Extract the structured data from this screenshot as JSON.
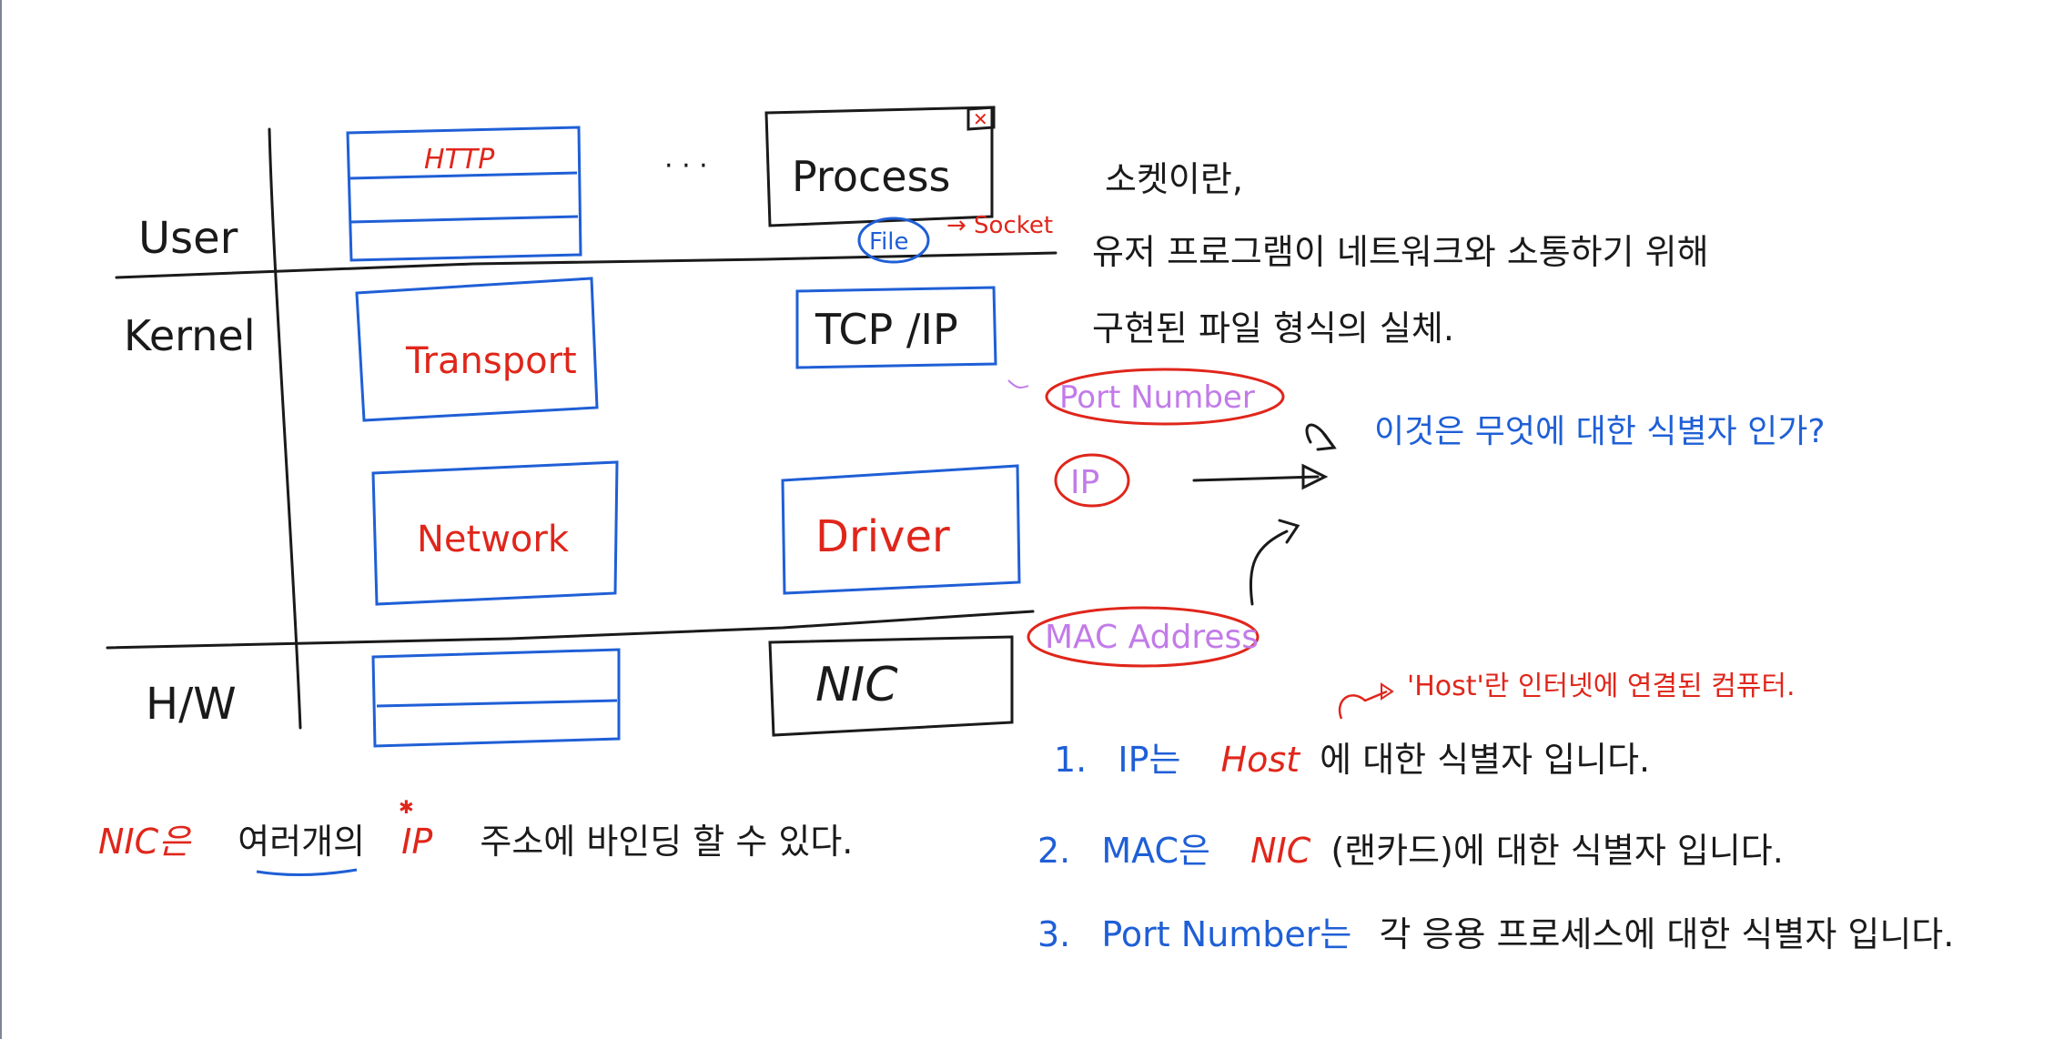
{
  "colors": {
    "ink": "#1a1a1a",
    "blue": "#1f5fd6",
    "red": "#e0261b",
    "violet": "#c27be8",
    "left_edge": "#7b8794"
  },
  "layers": {
    "user": "User",
    "kernel": "Kernel",
    "hw": "H/W"
  },
  "stack": {
    "http": "HTTP",
    "ellipsis": "· · ·",
    "process": "Process",
    "file": "File",
    "socket_arrow": "→ Socket",
    "transport": "Transport",
    "tcpip": "TCP /IP",
    "network": "Network",
    "driver": "Driver",
    "nic": "NIC"
  },
  "identifiers": {
    "port_number": "Port Number",
    "ip": "IP",
    "mac_address": "MAC Address",
    "question": "이것은 무엇에 대한 식별자 인가?"
  },
  "socket_def": {
    "line1": "소켓이란,",
    "line2": "유저 프로그램이 네트워크와 소통하기 위해",
    "line3": "구현된 파일 형식의 실체."
  },
  "host_note": "'Host'란 인터넷에 연결된 컴퓨터.",
  "list": [
    {
      "num": "1.",
      "term": "IP는",
      "target": "Host",
      "rest": "에 대한 식별자 입니다."
    },
    {
      "num": "2.",
      "term": "MAC은",
      "target": "NIC",
      "rest": "(랜카드)에 대한 식별자 입니다."
    },
    {
      "num": "3.",
      "term": "Port Number는",
      "target": "",
      "rest": "각 응용 프로세스에 대한 식별자 입니다."
    }
  ],
  "nic_note": {
    "nic": "NIC은",
    "multi": "여러개의",
    "ip": "IP",
    "rest": "주소에 바인딩 할 수 있다."
  }
}
